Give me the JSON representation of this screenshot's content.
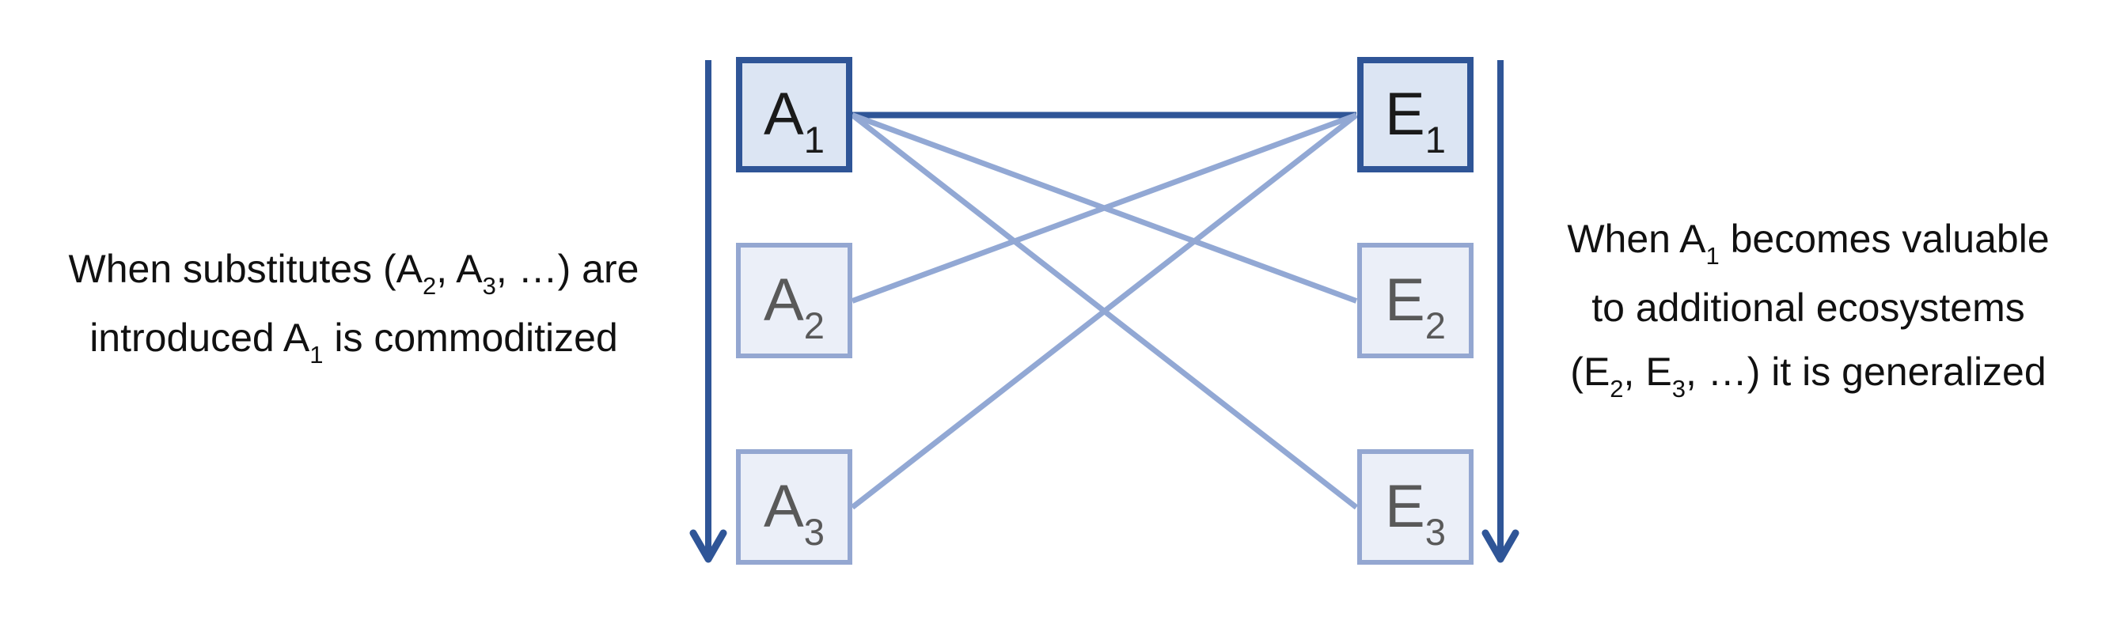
{
  "diagram": {
    "left_caption": {
      "lines": [
        [
          {
            "t": "When substitutes (A"
          },
          {
            "t": "2",
            "sub": true
          },
          {
            "t": ", A"
          },
          {
            "t": "3",
            "sub": true
          },
          {
            "t": ", …) are"
          }
        ],
        [
          {
            "t": "introduced A"
          },
          {
            "t": "1",
            "sub": true
          },
          {
            "t": " is commoditized"
          }
        ]
      ]
    },
    "right_caption": {
      "lines": [
        [
          {
            "t": "When A"
          },
          {
            "t": "1",
            "sub": true
          },
          {
            "t": " becomes valuable"
          }
        ],
        [
          {
            "t": "to additional ecosystems"
          }
        ],
        [
          {
            "t": "(E"
          },
          {
            "t": "2",
            "sub": true
          },
          {
            "t": ", E"
          },
          {
            "t": "3",
            "sub": true
          },
          {
            "t": ", …) it is generalized"
          }
        ]
      ]
    },
    "nodes": {
      "a1": {
        "base": "A",
        "sub": "1",
        "emphasis": "primary"
      },
      "a2": {
        "base": "A",
        "sub": "2",
        "emphasis": "secondary"
      },
      "a3": {
        "base": "A",
        "sub": "3",
        "emphasis": "secondary"
      },
      "e1": {
        "base": "E",
        "sub": "1",
        "emphasis": "primary"
      },
      "e2": {
        "base": "E",
        "sub": "2",
        "emphasis": "secondary"
      },
      "e3": {
        "base": "E",
        "sub": "3",
        "emphasis": "secondary"
      }
    },
    "edges": [
      {
        "from": "a1",
        "to": "e1",
        "emphasis": "primary"
      },
      {
        "from": "a1",
        "to": "e2",
        "emphasis": "secondary"
      },
      {
        "from": "a1",
        "to": "e3",
        "emphasis": "secondary"
      },
      {
        "from": "a2",
        "to": "e1",
        "emphasis": "secondary"
      },
      {
        "from": "a3",
        "to": "e1",
        "emphasis": "secondary"
      }
    ],
    "guide_arrows": [
      {
        "id": "left",
        "direction": "down"
      },
      {
        "id": "right",
        "direction": "down"
      }
    ],
    "colors": {
      "primary": "#2f5597",
      "primary_fill": "#dce5f3",
      "secondary_border": "#94a7d1",
      "secondary_fill": "#ebeff8",
      "secondary_line": "#92a8d4",
      "secondary_text": "#595959",
      "caption_text": "#111111"
    }
  }
}
